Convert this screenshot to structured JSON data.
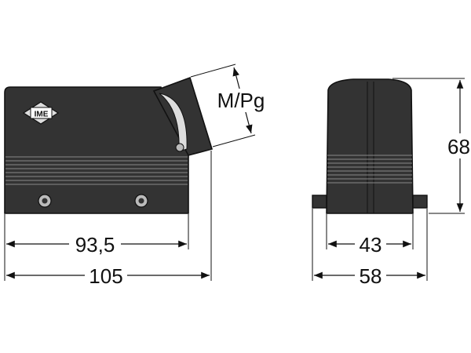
{
  "drawing": {
    "logo_text": "IME",
    "dimensions": {
      "side_inner_width": "93,5",
      "side_total_width": "105",
      "entry_thread": "M/Pg",
      "front_height": "68",
      "front_inner_width": "43",
      "front_total_width": "58"
    },
    "colors": {
      "body": "#2e2e2e",
      "line": "#111111",
      "background": "#ffffff"
    }
  }
}
